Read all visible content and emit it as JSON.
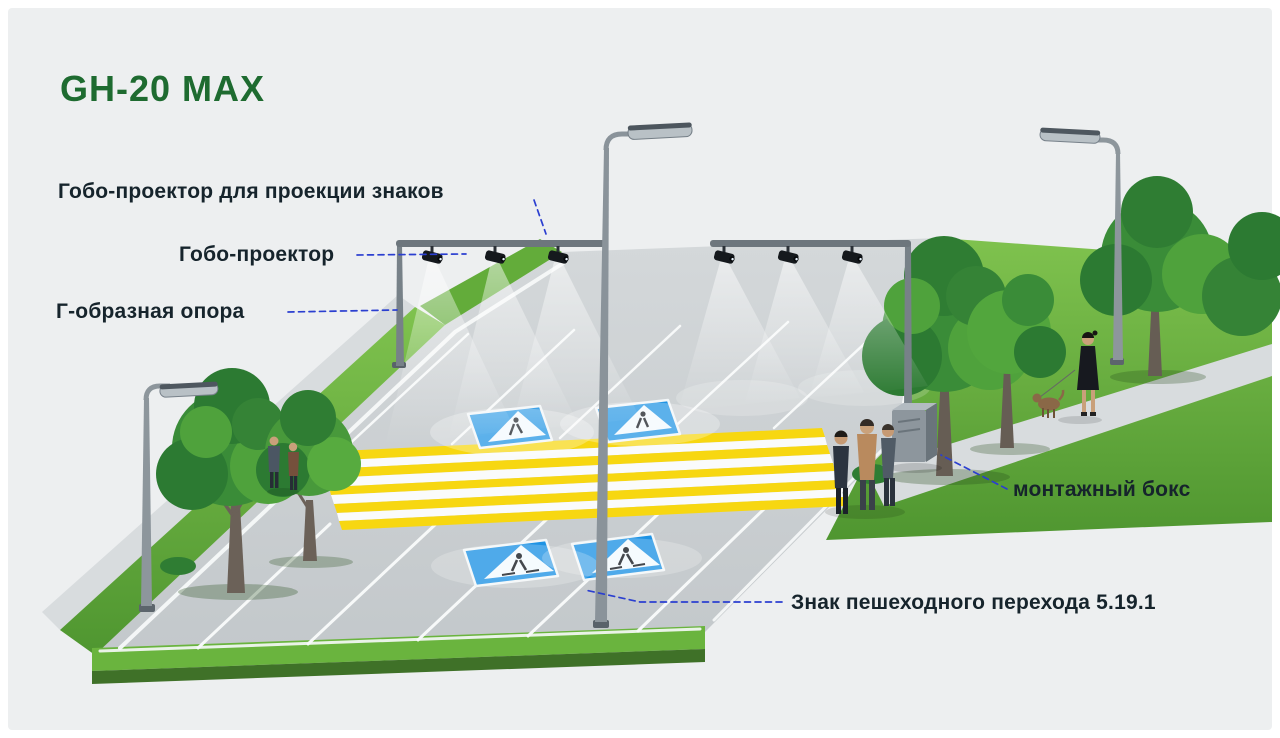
{
  "title": "GH-20 MAX",
  "callouts": [
    {
      "id": "gobo-projector-for-signs",
      "text": "Гобо-проектор для проекции знаков"
    },
    {
      "id": "gobo-projector",
      "text": "Гобо-проектор"
    },
    {
      "id": "l-shaped-support",
      "text": "Г-образная опора"
    },
    {
      "id": "mounting-box",
      "text": "монтажный бокс"
    },
    {
      "id": "pedestrian-crossing-sign",
      "text": "Знак пешеходного перехода 5.19.1"
    }
  ],
  "colors": {
    "background": "#edeff0",
    "title": "#1e6b30",
    "label_text": "#16242c",
    "callout_line": "#2b3fd0",
    "road": "#c9cdd0",
    "grass": "#6ab43e",
    "crosswalk_yellow": "#f7d711",
    "sign_blue": "#1e93e4"
  },
  "scene": {
    "support_arms": 2,
    "gobo_projectors_per_arm": 3,
    "streetlights": 3,
    "projected_road_signs": 4
  }
}
